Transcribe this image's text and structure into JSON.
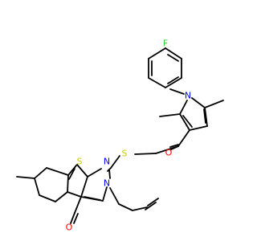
{
  "molecule": {
    "atoms": {
      "fluorine": "F",
      "pyrrole_nitrogen": "N",
      "ketone_oxygen": "O",
      "thioether_sulfur": "S",
      "thiophene_sulfur": "S",
      "pyrimidine_n1": "N",
      "pyrimidine_n3": "N",
      "carbonyl_oxygen": "O"
    },
    "colors": {
      "bond": "#000000",
      "fluorine": "#33cc33",
      "nitrogen": "#0000ff",
      "oxygen": "#ff0000",
      "sulfur": "#cccc00"
    }
  }
}
